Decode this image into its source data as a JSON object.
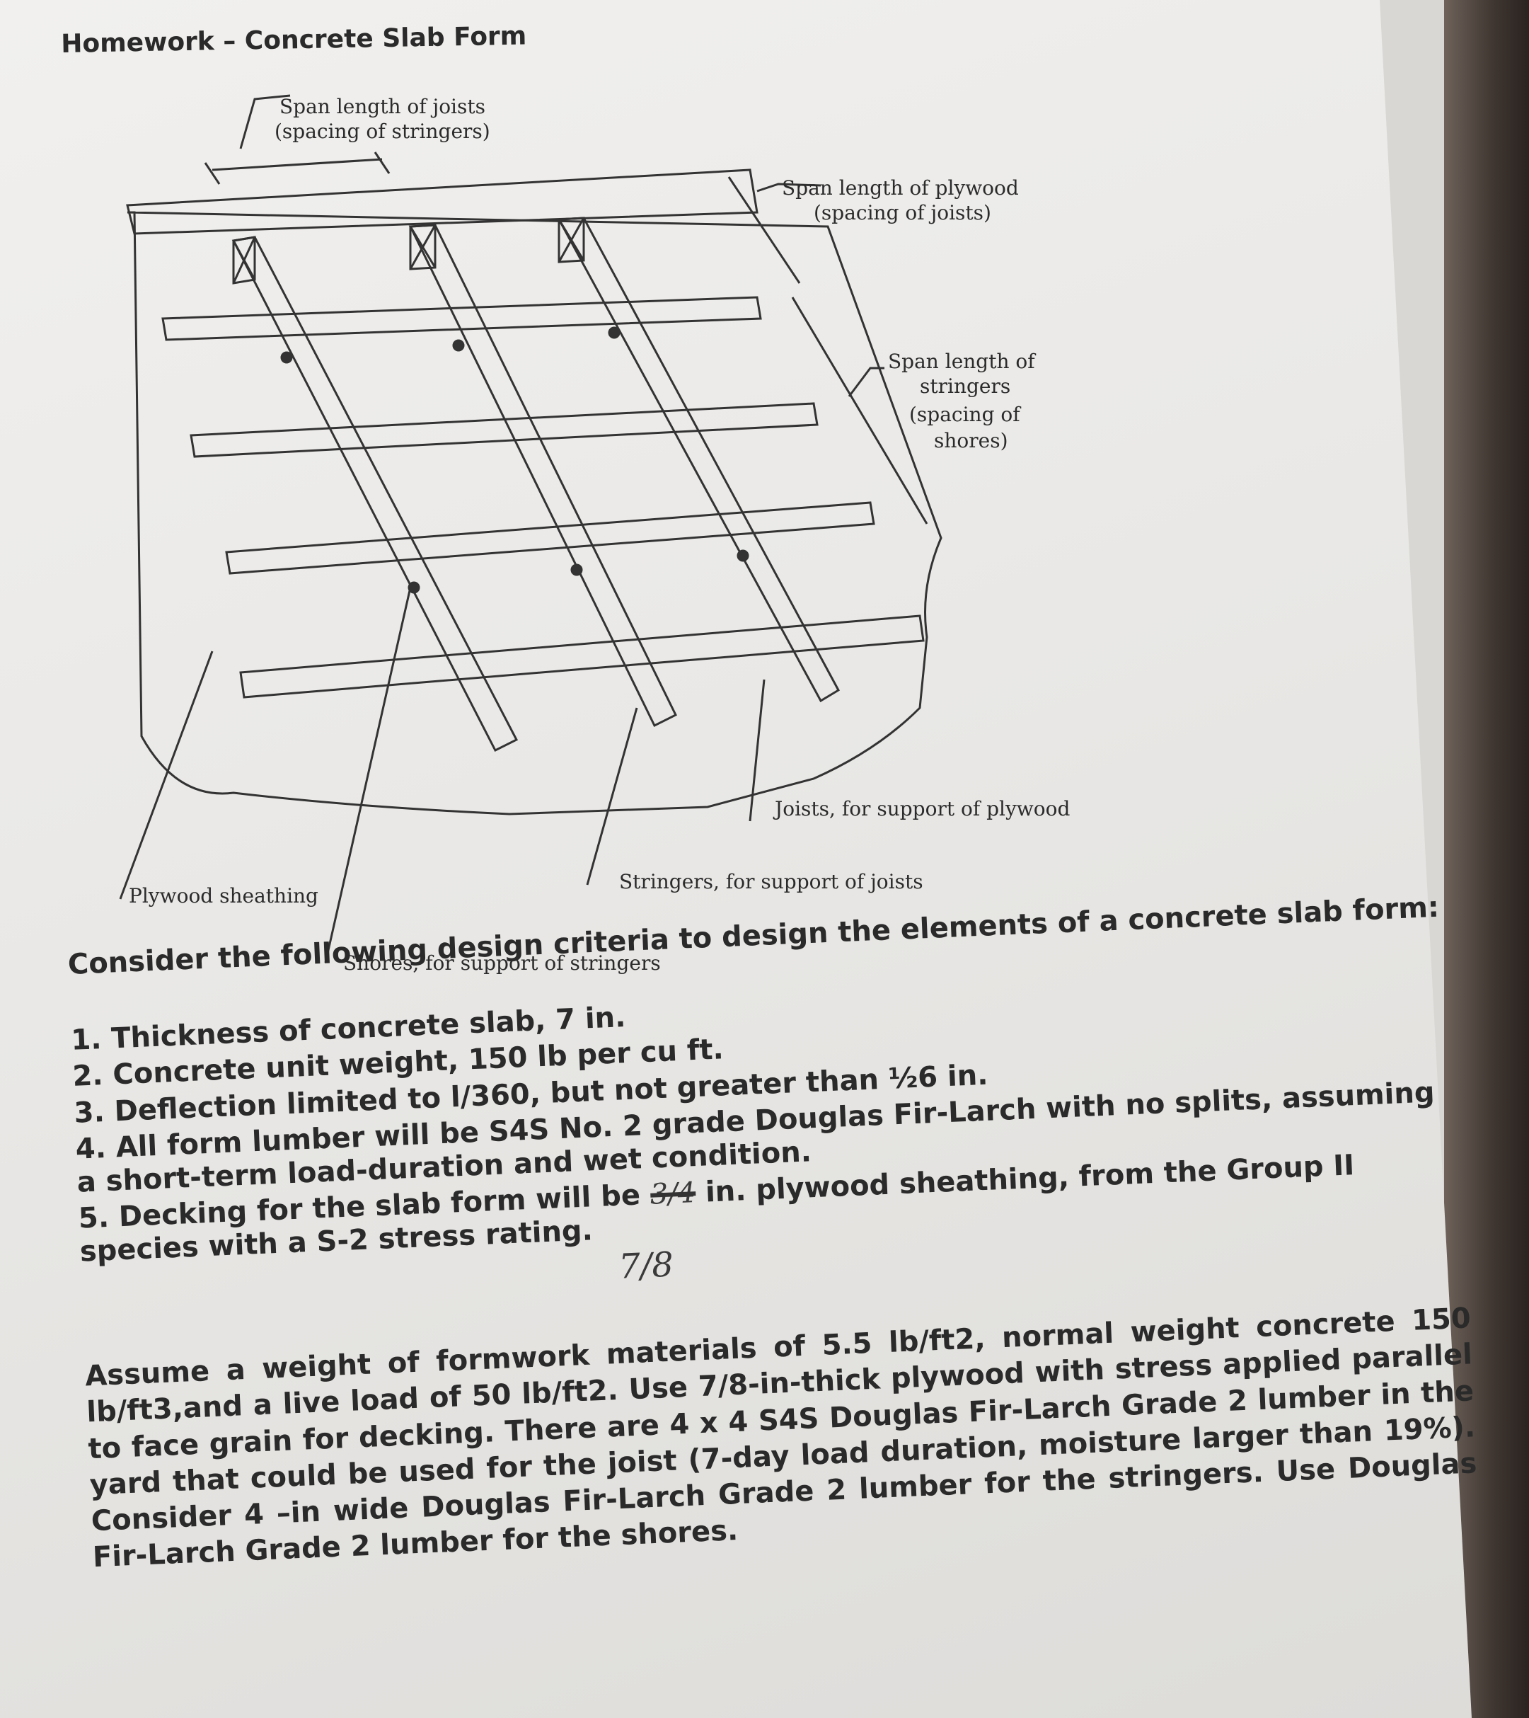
{
  "title": "Homework – Concrete Slab Form",
  "diagram": {
    "labels": {
      "span_joists_1": "Span length of joists",
      "span_joists_2": "(spacing of stringers)",
      "span_plywood_1": "Span length of plywood",
      "span_plywood_2": "(spacing of joists)",
      "span_stringers_1": "Span length of",
      "span_stringers_2": "stringers",
      "span_stringers_3": "(spacing of",
      "span_stringers_4": "shores)",
      "joists": "Joists, for support of plywood",
      "plywood": "Plywood sheathing",
      "stringers": "Stringers, for support of joists",
      "shores": "Shores, for support of stringers"
    }
  },
  "intro": "Consider the following design criteria to design the elements of a concrete slab form:",
  "criteria": [
    "1. Thickness of concrete slab, 7 in.",
    "2. Concrete unit weight, 150 lb per cu ft.",
    "3. Deflection limited to l/360, but not greater than ½6 in.",
    "4. All form lumber will be S4S No. 2 grade Douglas Fir-Larch with no splits, assuming a short-term load-duration and wet condition.",
    "5. Decking for the slab form will be",
    "in. plywood sheathing, from the Group II species with a S-2 stress rating."
  ],
  "handwritten": {
    "correction": "7/8",
    "struck_value": "3/4"
  },
  "paragraph": "Assume a weight of formwork materials of 5.5 lb/ft2, normal weight concrete 150 lb/ft3,and a live load of 50 lb/ft2. Use 7/8-in-thick plywood with stress applied parallel to face grain for decking. There are 4 x 4 S4S Douglas Fir-Larch Grade 2 lumber in the yard that could be used for the joist (7-day load duration, moisture larger than 19%). Consider 4 –in wide Douglas Fir-Larch Grade 2 lumber for the stringers. Use Douglas Fir-Larch Grade 2 lumber for the shores."
}
